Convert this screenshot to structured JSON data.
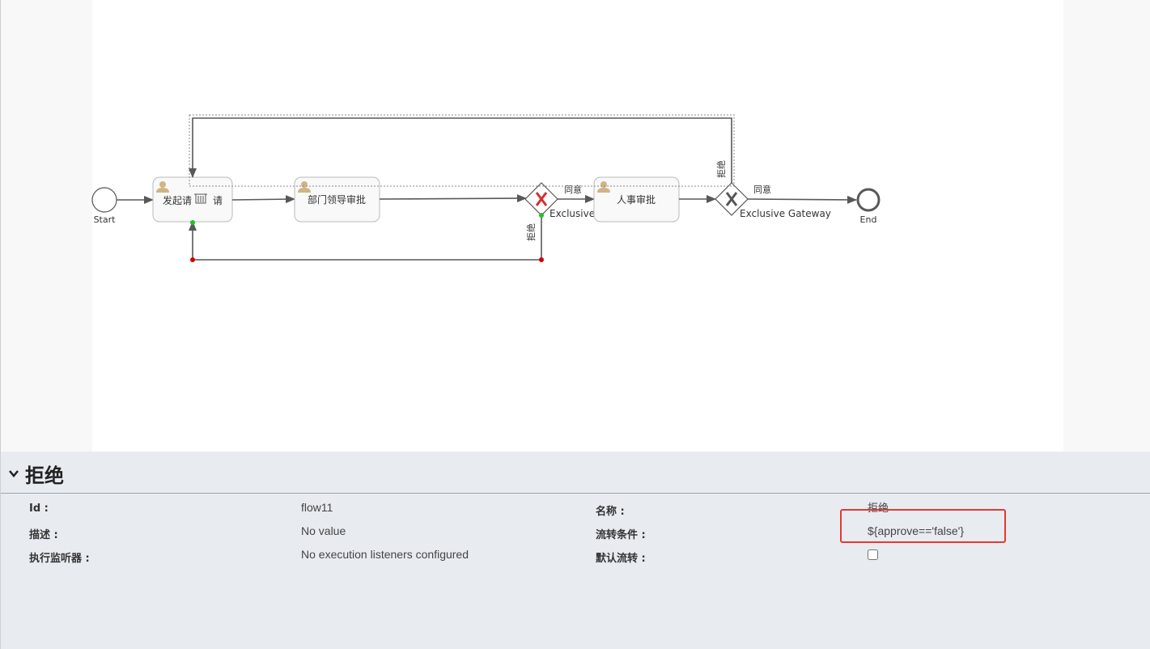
{
  "diagram": {
    "start_label": "Start",
    "end_label": "End",
    "tasks": [
      {
        "label": "发起请",
        "label_tail": "请"
      },
      {
        "label": "部门领导审批"
      },
      {
        "label": "人事审批"
      }
    ],
    "gateway1_label": "Exclusive",
    "gateway2_label": "Exclusive Gateway",
    "flow_labels": {
      "agree1": "同意",
      "agree2": "同意",
      "reject1": "拒绝",
      "reject2": "拒绝"
    },
    "colors": {
      "line": "#585858",
      "task_fill": "#f9f9f9",
      "task_border": "#bbbbbb",
      "user_icon": "#d1b482",
      "selected_dot_red": "#d00000",
      "selected_dot_green": "#21c021"
    }
  },
  "properties": {
    "title": "拒绝",
    "fields": {
      "id_label": "Id :",
      "id_value": "flow11",
      "name_label": "名称 :",
      "name_value": "拒绝",
      "desc_label": "描述 :",
      "desc_value": "No value",
      "condition_label": "流转条件 :",
      "condition_value": "${approve=='false'}",
      "listeners_label": "执行监听器 :",
      "listeners_value": "No execution listeners configured",
      "default_flow_label": "默认流转 :",
      "default_flow_checked": false
    }
  }
}
